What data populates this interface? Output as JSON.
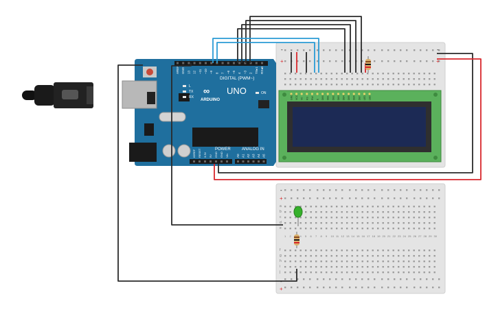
{
  "arduino": {
    "brand": "ARDUINO",
    "model": "UNO",
    "header_digital": "DIGITAL (PWM~)",
    "header_power": "POWER",
    "header_analog": "ANALOG IN",
    "digital_pins": [
      "AREF",
      "GND",
      "13",
      "12",
      "~11",
      "~10",
      "~9",
      "8",
      "7",
      "~6",
      "~5",
      "4",
      "~3",
      "2",
      "TX▸1",
      "RX◂0"
    ],
    "power_pins": [
      "IOREF",
      "RESET",
      "3.3V",
      "5V",
      "GND",
      "GND",
      "Vin"
    ],
    "analog_pins": [
      "A0",
      "A1",
      "A2",
      "A3",
      "A4",
      "A5"
    ],
    "led_labels": [
      "L",
      "TX",
      "RX"
    ],
    "on_label": "ON"
  },
  "breadboard": {
    "column_numbers": [
      "1",
      "2",
      "3",
      "4",
      "5",
      "6",
      "7",
      "8",
      "9",
      "10",
      "11",
      "12",
      "13",
      "14",
      "15",
      "16",
      "17",
      "18",
      "19",
      "20",
      "21",
      "22",
      "23",
      "24",
      "25",
      "26",
      "27",
      "28",
      "29",
      "30"
    ],
    "row_letters_top": [
      "a",
      "b",
      "c",
      "d",
      "e"
    ],
    "row_letters_bottom": [
      "f",
      "g",
      "h",
      "i",
      "j"
    ],
    "rail_plus": "+",
    "rail_minus": "-"
  },
  "lcd": {
    "pin_labels": [
      "GND",
      "VCC",
      "V0",
      "RS",
      "RW",
      "E",
      "DB0",
      "DB1",
      "DB2",
      "DB3",
      "DB4",
      "DB5",
      "DB6",
      "DB7",
      "LED",
      "LED"
    ]
  },
  "colors": {
    "board": "#1f6f9e",
    "wire_black": "#2a2a2a",
    "wire_red": "#d8262b",
    "wire_blue": "#2a9bd5",
    "lcd_pcb": "#5bb15c",
    "lcd_screen": "#1c2a55",
    "led": "#36b12b"
  }
}
